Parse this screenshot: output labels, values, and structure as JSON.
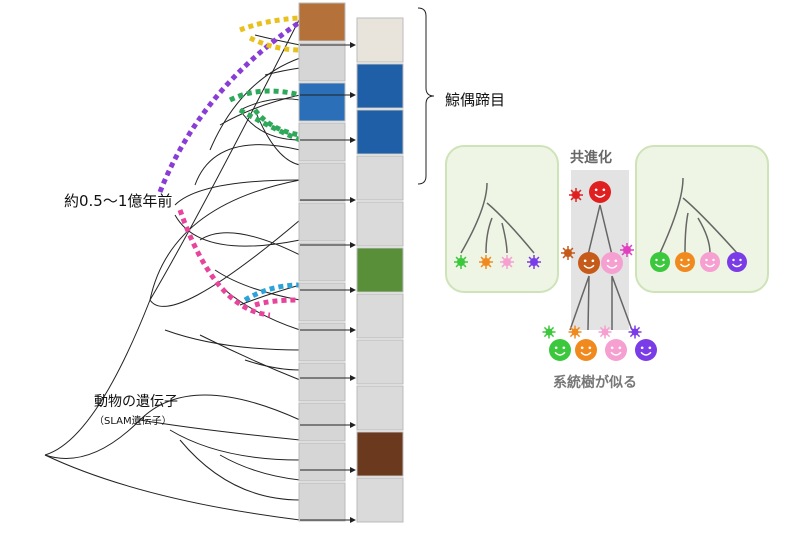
{
  "labels": {
    "age": "約0.5～1億年前",
    "gene": "動物の遺伝子",
    "gene_sub": "（SLAM遺伝子）",
    "order": "鯨偶蹄目",
    "coevolution": "共進化",
    "similar_trees": "系統樹が似る"
  },
  "colors": {
    "purple": "#8a3cd6",
    "yellow": "#e8c11e",
    "green": "#2ea85a",
    "pink": "#e8449c",
    "blue": "#2ba3d8",
    "panel_bg": "#eef5e4",
    "panel_border": "#cfe3b8",
    "band": "#e3e3e3"
  },
  "animals_left": [
    "cow-photo",
    "deer-photo",
    "dolphin-photo",
    "hippo-photo",
    "pig-photo",
    "horse-photo",
    "leopard-photo",
    "seal-photo",
    "bat-photo",
    "rabbit-photo",
    "armadillo-photo",
    "lemur-photo",
    "monkey-photo"
  ],
  "animals_right": [
    "sheep-photo",
    "whale-photo",
    "orca-photo",
    "camel-photo",
    "cat-photo",
    "dog-photo",
    "panda-photo",
    "elephant-photo",
    "sloth-photo",
    "human-photo",
    "mouse-photo"
  ],
  "faces_left": [
    "green",
    "orange",
    "pink",
    "purple"
  ],
  "faces_right": [
    "green",
    "orange",
    "pink",
    "purple"
  ],
  "faces_bottom": [
    "green",
    "orange",
    "pink",
    "purple"
  ],
  "face_palette": {
    "green": "#3cc83c",
    "orange": "#f08a1e",
    "pink": "#f5a0d0",
    "purple": "#7a3ce6",
    "red": "#e02020",
    "brown": "#c65a18",
    "magenta": "#e040c0"
  }
}
